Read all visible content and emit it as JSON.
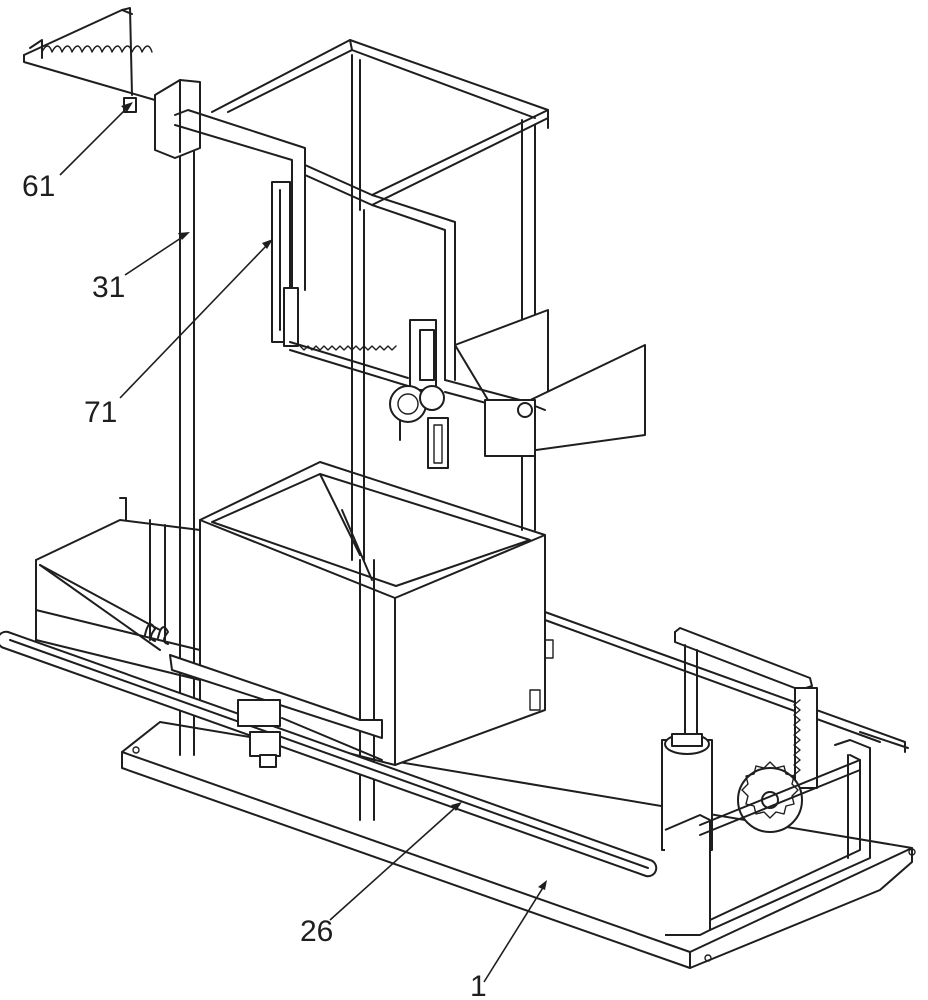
{
  "figure": {
    "background": "#ffffff",
    "line_color": "#1e1e1e"
  },
  "callouts": [
    {
      "id": "c61",
      "text": "61"
    },
    {
      "id": "c31",
      "text": "31"
    },
    {
      "id": "c71",
      "text": "71"
    },
    {
      "id": "c26",
      "text": "26"
    },
    {
      "id": "c1",
      "text": "1"
    }
  ]
}
